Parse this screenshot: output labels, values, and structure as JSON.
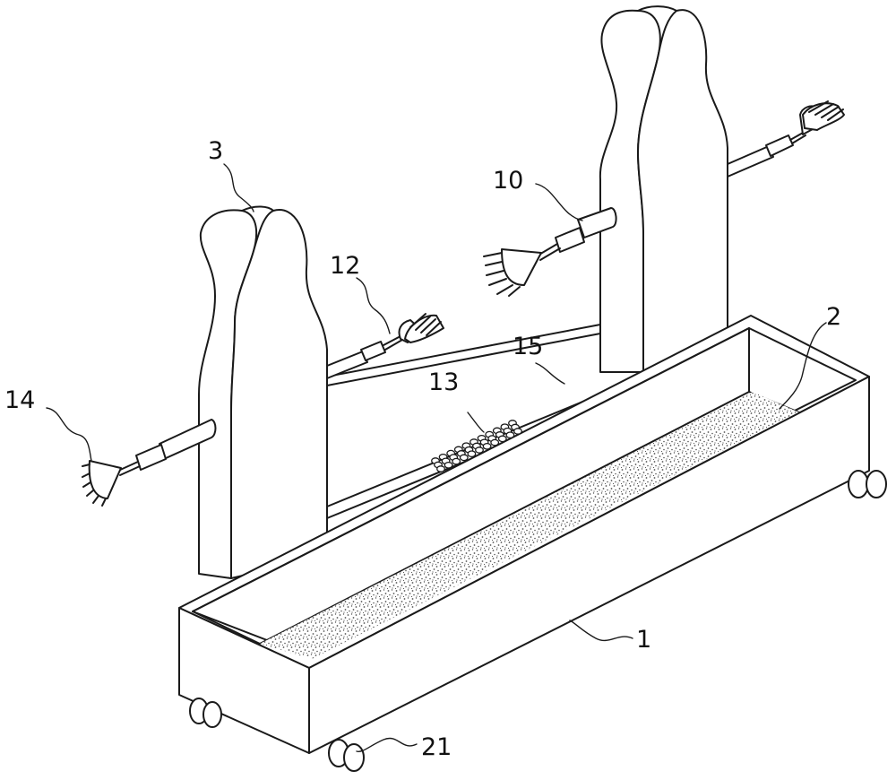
{
  "labels": {
    "trough": "1",
    "gravel_bed": "2",
    "rear_left_frame": "3",
    "rear_right_brush": "10",
    "front_left_brush_upper": "12",
    "ball_cluster": "13",
    "front_left_brush_lower": "14",
    "crossbar": "15",
    "caster": "21"
  },
  "colors": {
    "line": "#1a1a1a",
    "background": "#ffffff",
    "speckle": "#555555"
  }
}
